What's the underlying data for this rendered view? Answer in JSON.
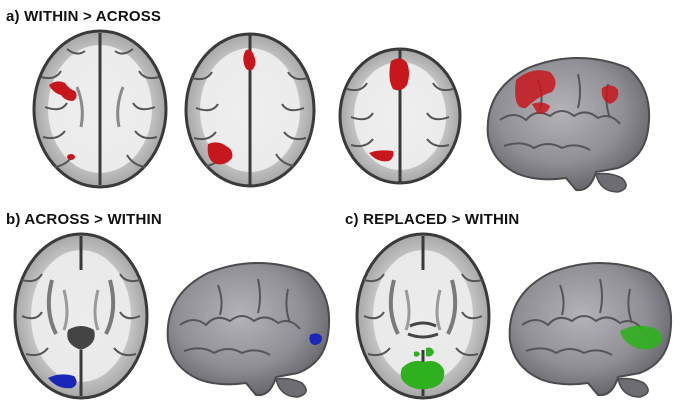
{
  "figure": {
    "panel_a": {
      "label": "a) WITHIN > ACROSS",
      "activation_color": "#c8161d"
    },
    "panel_b": {
      "label": "b) ACROSS > WITHIN",
      "activation_color": "#1a26b8"
    },
    "panel_c": {
      "label": "c) REPLACED > WITHIN",
      "activation_color": "#2fb01e"
    }
  }
}
